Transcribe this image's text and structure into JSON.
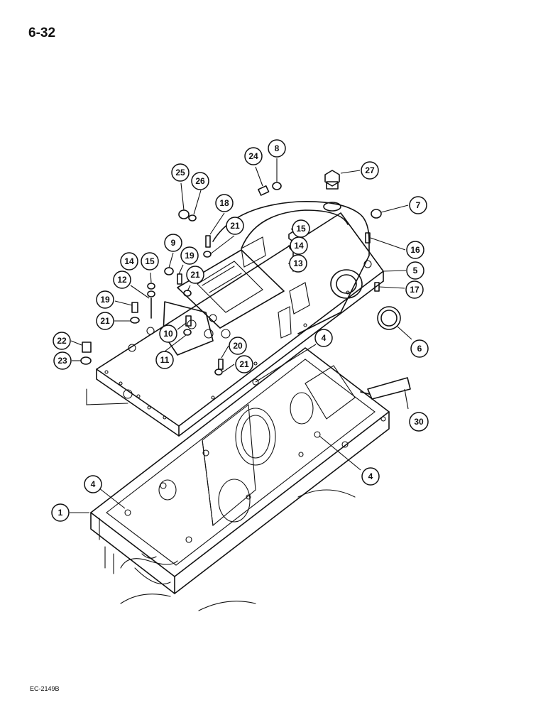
{
  "page": {
    "number": "6-32",
    "reference": "EC-2149B"
  },
  "callouts": [
    {
      "label": "8"
    },
    {
      "label": "24"
    },
    {
      "label": "27"
    },
    {
      "label": "25"
    },
    {
      "label": "26"
    },
    {
      "label": "7"
    },
    {
      "label": "18"
    },
    {
      "label": "21"
    },
    {
      "label": "15"
    },
    {
      "label": "9"
    },
    {
      "label": "19"
    },
    {
      "label": "14"
    },
    {
      "label": "16"
    },
    {
      "label": "14"
    },
    {
      "label": "15"
    },
    {
      "label": "21"
    },
    {
      "label": "13"
    },
    {
      "label": "5"
    },
    {
      "label": "12"
    },
    {
      "label": "17"
    },
    {
      "label": "19"
    },
    {
      "label": "21"
    },
    {
      "label": "10"
    },
    {
      "label": "4"
    },
    {
      "label": "6"
    },
    {
      "label": "22"
    },
    {
      "label": "11"
    },
    {
      "label": "20"
    },
    {
      "label": "23"
    },
    {
      "label": "21"
    },
    {
      "label": "30"
    },
    {
      "label": "4"
    },
    {
      "label": "4"
    },
    {
      "label": "1"
    }
  ]
}
